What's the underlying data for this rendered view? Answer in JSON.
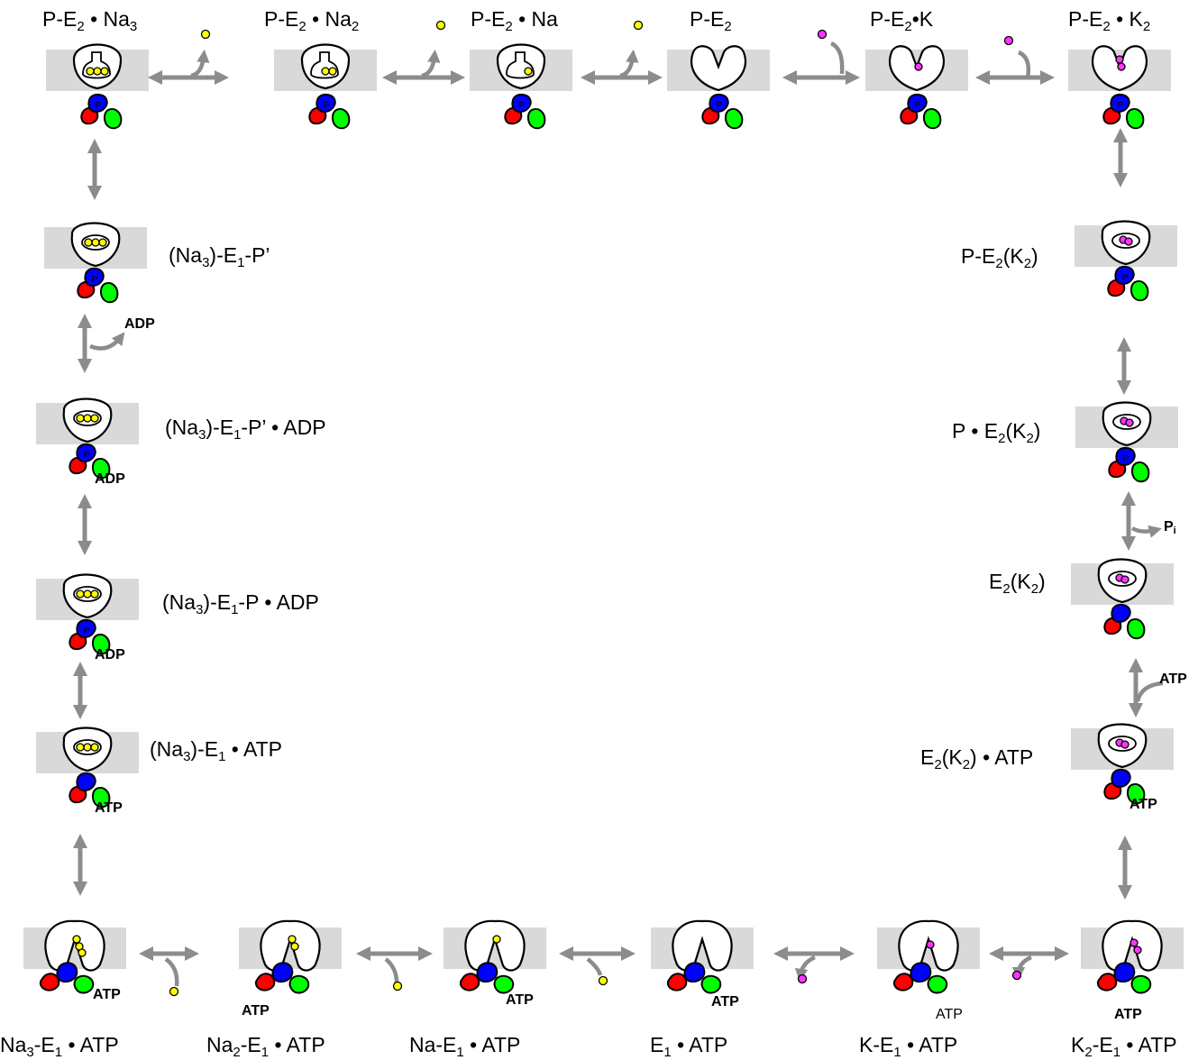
{
  "colors": {
    "membrane": "#d9d9d9",
    "arrow": "#8c8c8c",
    "sodium": "#ffff00",
    "potassium": "#ff33ff",
    "domain_n": "#0000ff",
    "domain_p": "#ff0000",
    "domain_a": "#00ff00",
    "outline": "#000000"
  },
  "states": {
    "top": [
      {
        "label": "P-E₂ • Na₃"
      },
      {
        "label": "P-E₂ • Na₂"
      },
      {
        "label": "P-E₂ • Na"
      },
      {
        "label": "P-E₂"
      },
      {
        "label": "P-E₂•K"
      },
      {
        "label": "P-E₂ • K₂"
      }
    ],
    "left": [
      {
        "label": "(Na₃)-E₁-P’"
      },
      {
        "label": "(Na₃)-E₁-P’ • ADP"
      },
      {
        "label": "(Na₃)-E₁-P • ADP"
      },
      {
        "label": "(Na₃)-E₁ • ATP"
      }
    ],
    "right": [
      {
        "label": "P-E₂(K₂)"
      },
      {
        "label": "P • E₂(K₂)"
      },
      {
        "label": "E₂(K₂)"
      },
      {
        "label": "E₂(K₂) • ATP"
      }
    ],
    "bottom": [
      {
        "label": "Na₃-E₁ • ATP"
      },
      {
        "label": "Na₂-E₁ • ATP"
      },
      {
        "label": "Na-E₁ • ATP"
      },
      {
        "label": "E₁ • ATP"
      },
      {
        "label": "K-E₁ • ATP"
      },
      {
        "label": "K₂-E₁ • ATP"
      }
    ]
  },
  "ligands": {
    "phospho": "P",
    "adp": "ADP",
    "atp": "ATP",
    "pi": "Pᵢ"
  }
}
